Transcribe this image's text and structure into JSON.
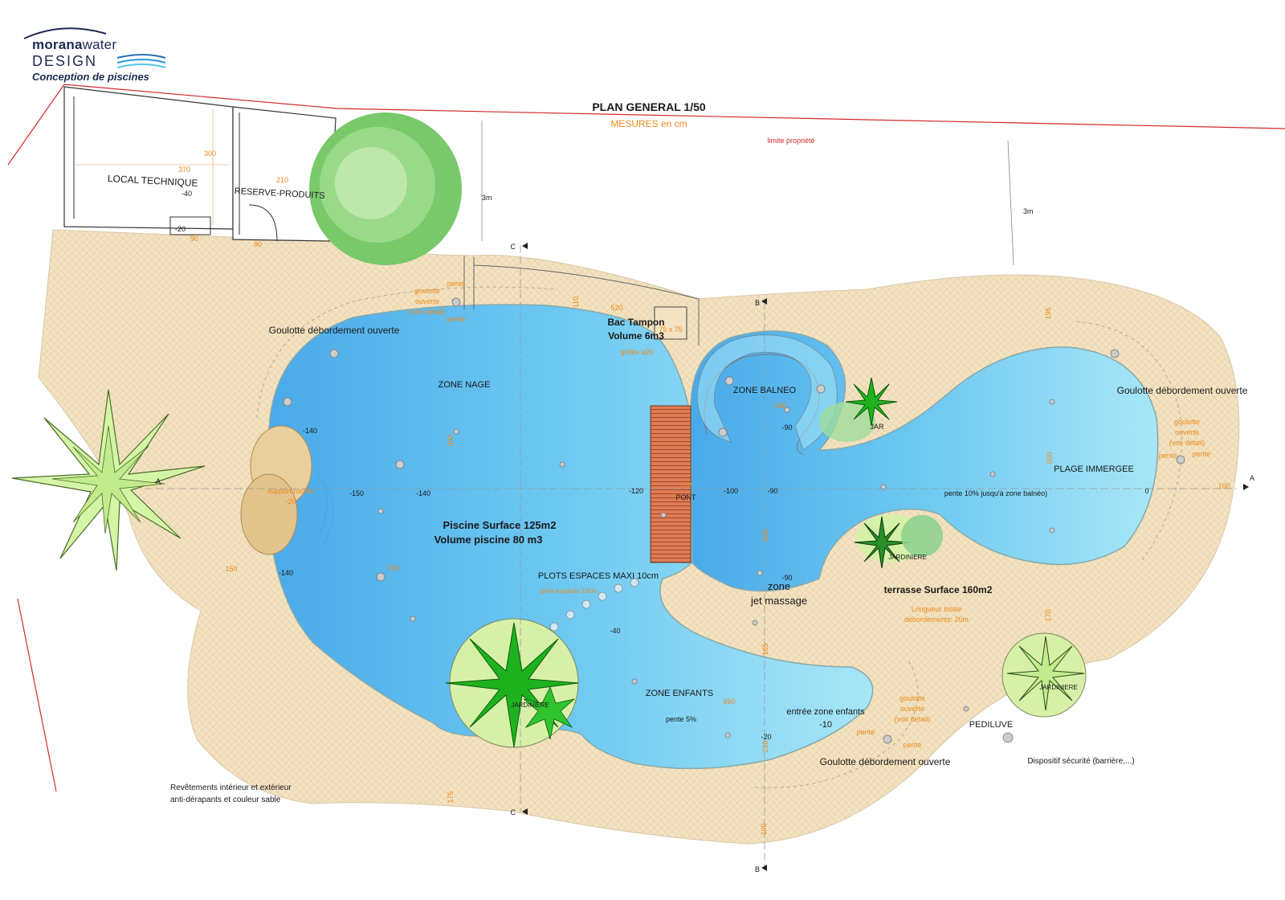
{
  "logo": {
    "brand_bold": "morana",
    "brand_light": "water",
    "line2": "DESIGN",
    "tagline": "Conception de piscines"
  },
  "header": {
    "title": "PLAN GENERAL 1/50",
    "subtitle": "MESURES en cm",
    "property_limit": "limite propriété"
  },
  "building": {
    "local_technique": "LOCAL TECHNIQUE",
    "reserve": "RESERVE-PRODUITS",
    "dim_370": "370",
    "dim_300": "300",
    "dim_210": "210",
    "dim_m40": "-40",
    "dim_m20": "-20",
    "dim_90a": "90",
    "dim_90b": "90"
  },
  "setbacks": {
    "left": "3m",
    "right": "3m"
  },
  "sections": {
    "a": "A",
    "b": "B",
    "c": "C"
  },
  "pool": {
    "zone_nage": "ZONE NAGE",
    "surface": "Piscine Surface 125m2",
    "volume": "Volume piscine 80 m3",
    "plots": "PLOTS ESPACES MAXI 10cm",
    "plots_small": "plots espacés 10cm",
    "zone_balneo": "ZONE BALNEO",
    "plage": "PLAGE IMMERGEE",
    "slope_plage": "pente 10% jusqu'à zone balnéo)",
    "zone_enfants": "ZONE ENFANTS",
    "pente_5": "pente 5%",
    "entree": "entrée zone enfants",
    "entree_depth": "-10",
    "zone_jet": "zone",
    "zone_jet2": "jet massage",
    "pont": "PONT",
    "pont_dim": "150",
    "support_rocher": "support rocher",
    "support_depth": "-20",
    "bac_tampon": "Bac Tampon",
    "bac_volume": "Volume 6m3",
    "bac_dim": "75 x 75",
    "grilles": "grilles a20"
  },
  "depths": {
    "d140a": "-140",
    "d150": "-150",
    "d140b": "-140",
    "d120": "-120",
    "d100": "-100",
    "d90a": "-90",
    "d90b": "-90",
    "d90c": "-90",
    "d140c": "-140",
    "d40": "-40",
    "d20": "-20",
    "d0": "0"
  },
  "dims": {
    "d520": "520",
    "d110": "110",
    "d990": "990",
    "d340": "340",
    "d500": "500",
    "d195": "195",
    "d100": "100",
    "d150": "150",
    "d910": "910",
    "d325": "325",
    "d185": "185",
    "d650": "650",
    "d210": "210",
    "d175": "175",
    "d190": "190",
    "d170": "170"
  },
  "goulotte": {
    "label": "Goulotte débordement ouverte",
    "small1": "goulotte",
    "small2": "ouverte",
    "small3": "(voir detail)",
    "pente": "pente"
  },
  "terrace": {
    "surface": "terrasse Surface 160m2",
    "longueur1": "Longueur totale",
    "longueur2": "débordements: 20m"
  },
  "planters": {
    "jardiniere": "JARDINIERE",
    "jard_short": "JAR"
  },
  "misc": {
    "pediluve": "PEDILUVE",
    "securite": "Dispositif sécurité (barrière,...)",
    "revetements1": "Revêtements intérieur et extérieur",
    "revetements2": "anti-dérapants et couleur sable"
  },
  "colors": {
    "sand": "#f3e3c2",
    "water": "#6ec9f1",
    "water_light": "#a8e6f7",
    "bridge": "#e07a55",
    "dim": "#ee8a1c",
    "limit": "#d42a2a",
    "plant": "#5fbf4a",
    "logo": "#1d2a52"
  }
}
